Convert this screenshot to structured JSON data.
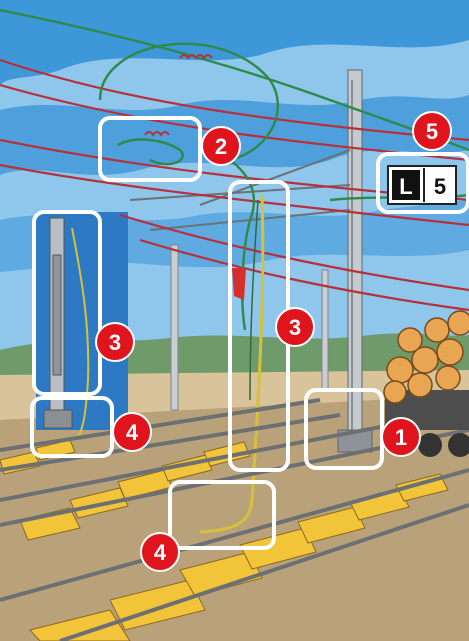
{
  "illustration": {
    "subject": "railway-overhead-line-illustration",
    "colors": {
      "sky": "#3a9ad8",
      "ground": "#c8b48a",
      "sleeper": "#f2c43a",
      "rail": "#7d7f82",
      "wire_red": "#b8303a",
      "wire_green": "#2f8a4a",
      "wire_yellow": "#d6c23a",
      "callout_red": "#e0141c",
      "highlight_box": "#ffffff",
      "logs": "#e8a652"
    }
  },
  "sign": {
    "letter": "L",
    "number": "5"
  },
  "callouts": [
    {
      "id": "callout-1",
      "label": "1"
    },
    {
      "id": "callout-2",
      "label": "2"
    },
    {
      "id": "callout-3a",
      "label": "3"
    },
    {
      "id": "callout-3b",
      "label": "3"
    },
    {
      "id": "callout-4a",
      "label": "4"
    },
    {
      "id": "callout-4b",
      "label": "4"
    },
    {
      "id": "callout-5",
      "label": "5"
    }
  ]
}
